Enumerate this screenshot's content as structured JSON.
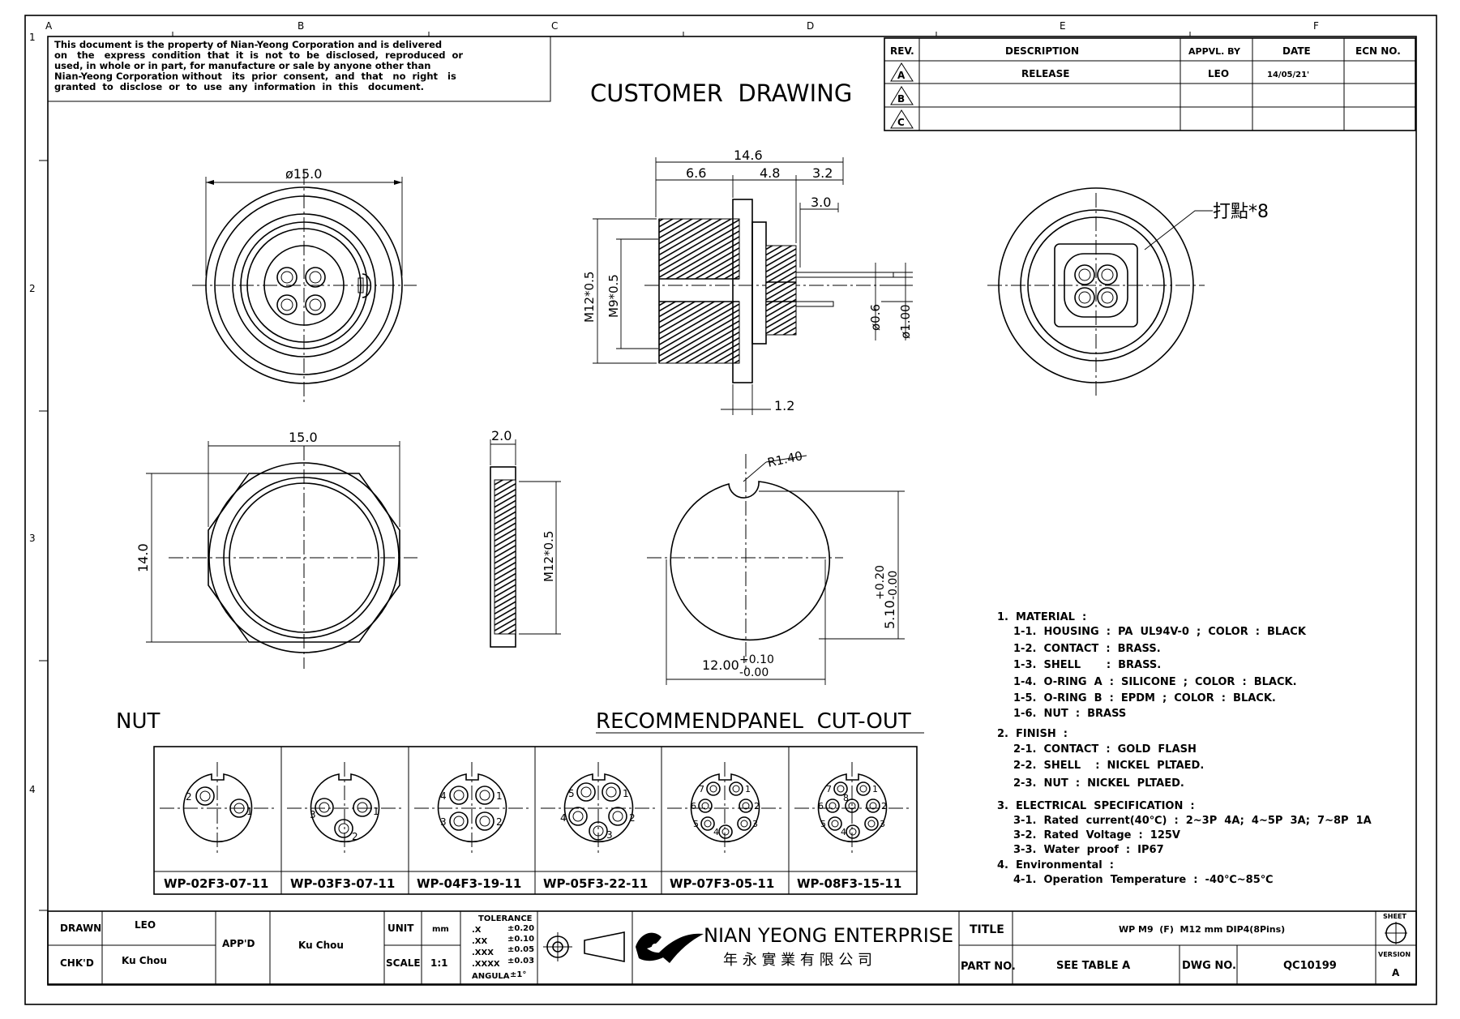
{
  "notice": {
    "lines": [
      "This document is the property of Nian-Yeong Corporation and is delivered",
      "on   the   express  condition  that  it  is  not  to  be  disclosed,  reproduced  or",
      "used, in whole or in part, for manufacture or sale by anyone other than",
      "Nian-Yeong Corporation without   its  prior  consent,  and  that   no  right   is",
      "granted  to  disclose  or  to  use  any  information  in  this   document."
    ]
  },
  "zones": {
    "columns": [
      "A",
      "B",
      "C",
      "D",
      "E",
      "F"
    ],
    "rows": [
      "1",
      "2",
      "3",
      "4"
    ]
  },
  "heading": "CUSTOMER  DRAWING",
  "revision_table": {
    "headers": [
      "REV.",
      "DESCRIPTION",
      "APPVL. BY",
      "DATE",
      "ECN NO."
    ],
    "rows": [
      {
        "rev": "A",
        "description": "RELEASE",
        "appvl": "LEO",
        "date": "14/05/21'",
        "ecn": ""
      },
      {
        "rev": "B",
        "description": "",
        "appvl": "",
        "date": "",
        "ecn": ""
      },
      {
        "rev": "C",
        "description": "",
        "appvl": "",
        "date": "",
        "ecn": ""
      }
    ]
  },
  "dimensions": {
    "front_dia": "ø15.0",
    "side_total": "14.6",
    "side_a": "6.6",
    "side_b": "4.8",
    "side_c": "3.2",
    "side_d": "3.0",
    "thread_outer": "M12*0.5",
    "thread_inner": "M9*0.5",
    "pin_dia": "ø0.6",
    "pin_pitch": "ø1.00",
    "flange": "1.2",
    "marking": "打點*8",
    "nut_width": "15.0",
    "nut_height": "14.0",
    "nut_thick": "2.0",
    "nut_thread": "M12*0.5",
    "cut_radius": "R1.40",
    "cut_dia": "12.00",
    "cut_dia_tol_upper": "+0.10",
    "cut_dia_tol_lower": "-0.00",
    "cut_flat": "5.10",
    "cut_flat_tol_upper": "+0.20",
    "cut_flat_tol_lower": "-0.00"
  },
  "view_labels": {
    "nut": "NUT",
    "cutout": "RECOMMENDPANEL  CUT-OUT"
  },
  "notes": {
    "sections": [
      {
        "title": "1.  MATERIAL  :",
        "items": [
          "1-1.  HOUSING  :  PA  UL94V-0  ;  COLOR  :  BLACK",
          "1-2.  CONTACT  :  BRASS.",
          "1-3.  SHELL       :  BRASS.",
          "1-4.  O-RING  A  :  SILICONE  ;  COLOR  :  BLACK.",
          "1-5.  O-RING  B  :  EPDM  ;  COLOR  :  BLACK.",
          "1-6.  NUT  :  BRASS"
        ]
      },
      {
        "title": "2.  FINISH  :",
        "items": [
          "2-1.  CONTACT  :  GOLD  FLASH",
          "2-2.  SHELL    :  NICKEL  PLTAED.",
          "2-3.  NUT  :  NICKEL  PLTAED."
        ]
      },
      {
        "title": "3.  ELECTRICAL  SPECIFICATION  :",
        "items": [
          "3-1.  Rated  current(40℃)  :  2~3P  4A;  4~5P  3A;  7~8P  1A",
          "3-2.  Rated  Voltage  :  125V",
          "3-3.  Water  proof  :  IP67"
        ]
      },
      {
        "title": "4.  Environmental  :",
        "items": [
          "4-1.  Operation  Temperature  :  -40℃~85℃"
        ]
      }
    ]
  },
  "variants": [
    {
      "part": "WP-02F3-07-11",
      "pins": [
        "2",
        "1"
      ]
    },
    {
      "part": "WP-03F3-07-11",
      "pins": [
        "3",
        "1",
        "2"
      ]
    },
    {
      "part": "WP-04F3-19-11",
      "pins": [
        "4",
        "1",
        "3",
        "2"
      ]
    },
    {
      "part": "WP-05F3-22-11",
      "pins": [
        "5",
        "1",
        "4",
        "2",
        "3"
      ]
    },
    {
      "part": "WP-07F3-05-11",
      "pins": [
        "7",
        "1",
        "6",
        "2",
        "5",
        "4",
        "3"
      ]
    },
    {
      "part": "WP-08F3-15-11",
      "pins": [
        "7",
        "1",
        "6",
        "8",
        "2",
        "5",
        "4",
        "3"
      ]
    }
  ],
  "title_block": {
    "drawn_label": "DRAWN",
    "drawn_value": "LEO",
    "chkd_label": "CHK'D",
    "chkd_value": "Ku Chou",
    "appd_label": "APP'D",
    "appd_value": "Ku Chou",
    "unit_label": "UNIT",
    "unit_value": "mm",
    "scale_label": "SCALE",
    "scale_value": "1:1",
    "tolerance_title": "TOLERANCE",
    "tolerances": [
      {
        "k": ".X",
        "v": "±0.20"
      },
      {
        "k": ".XX",
        "v": "±0.10"
      },
      {
        "k": ".XXX",
        "v": "±0.05"
      },
      {
        "k": ".XXXX",
        "v": "±0.03"
      },
      {
        "k": "ANGULA",
        "v": "±1°"
      }
    ],
    "company_name": "NIAN YEONG ENTERPRISE",
    "company_chinese": "年 永 實 業 有 限 公 司",
    "title_label": "TITLE",
    "title_value": "WP M9  (F)  M12 mm DIP4(8Pins)",
    "partno_label": "PART NO.",
    "partno_value": "SEE TABLE A",
    "dwgno_label": "DWG NO.",
    "dwgno_value": "QC10199",
    "sheet_label": "SHEET",
    "version_label": "VERSION",
    "version_value": "A"
  }
}
